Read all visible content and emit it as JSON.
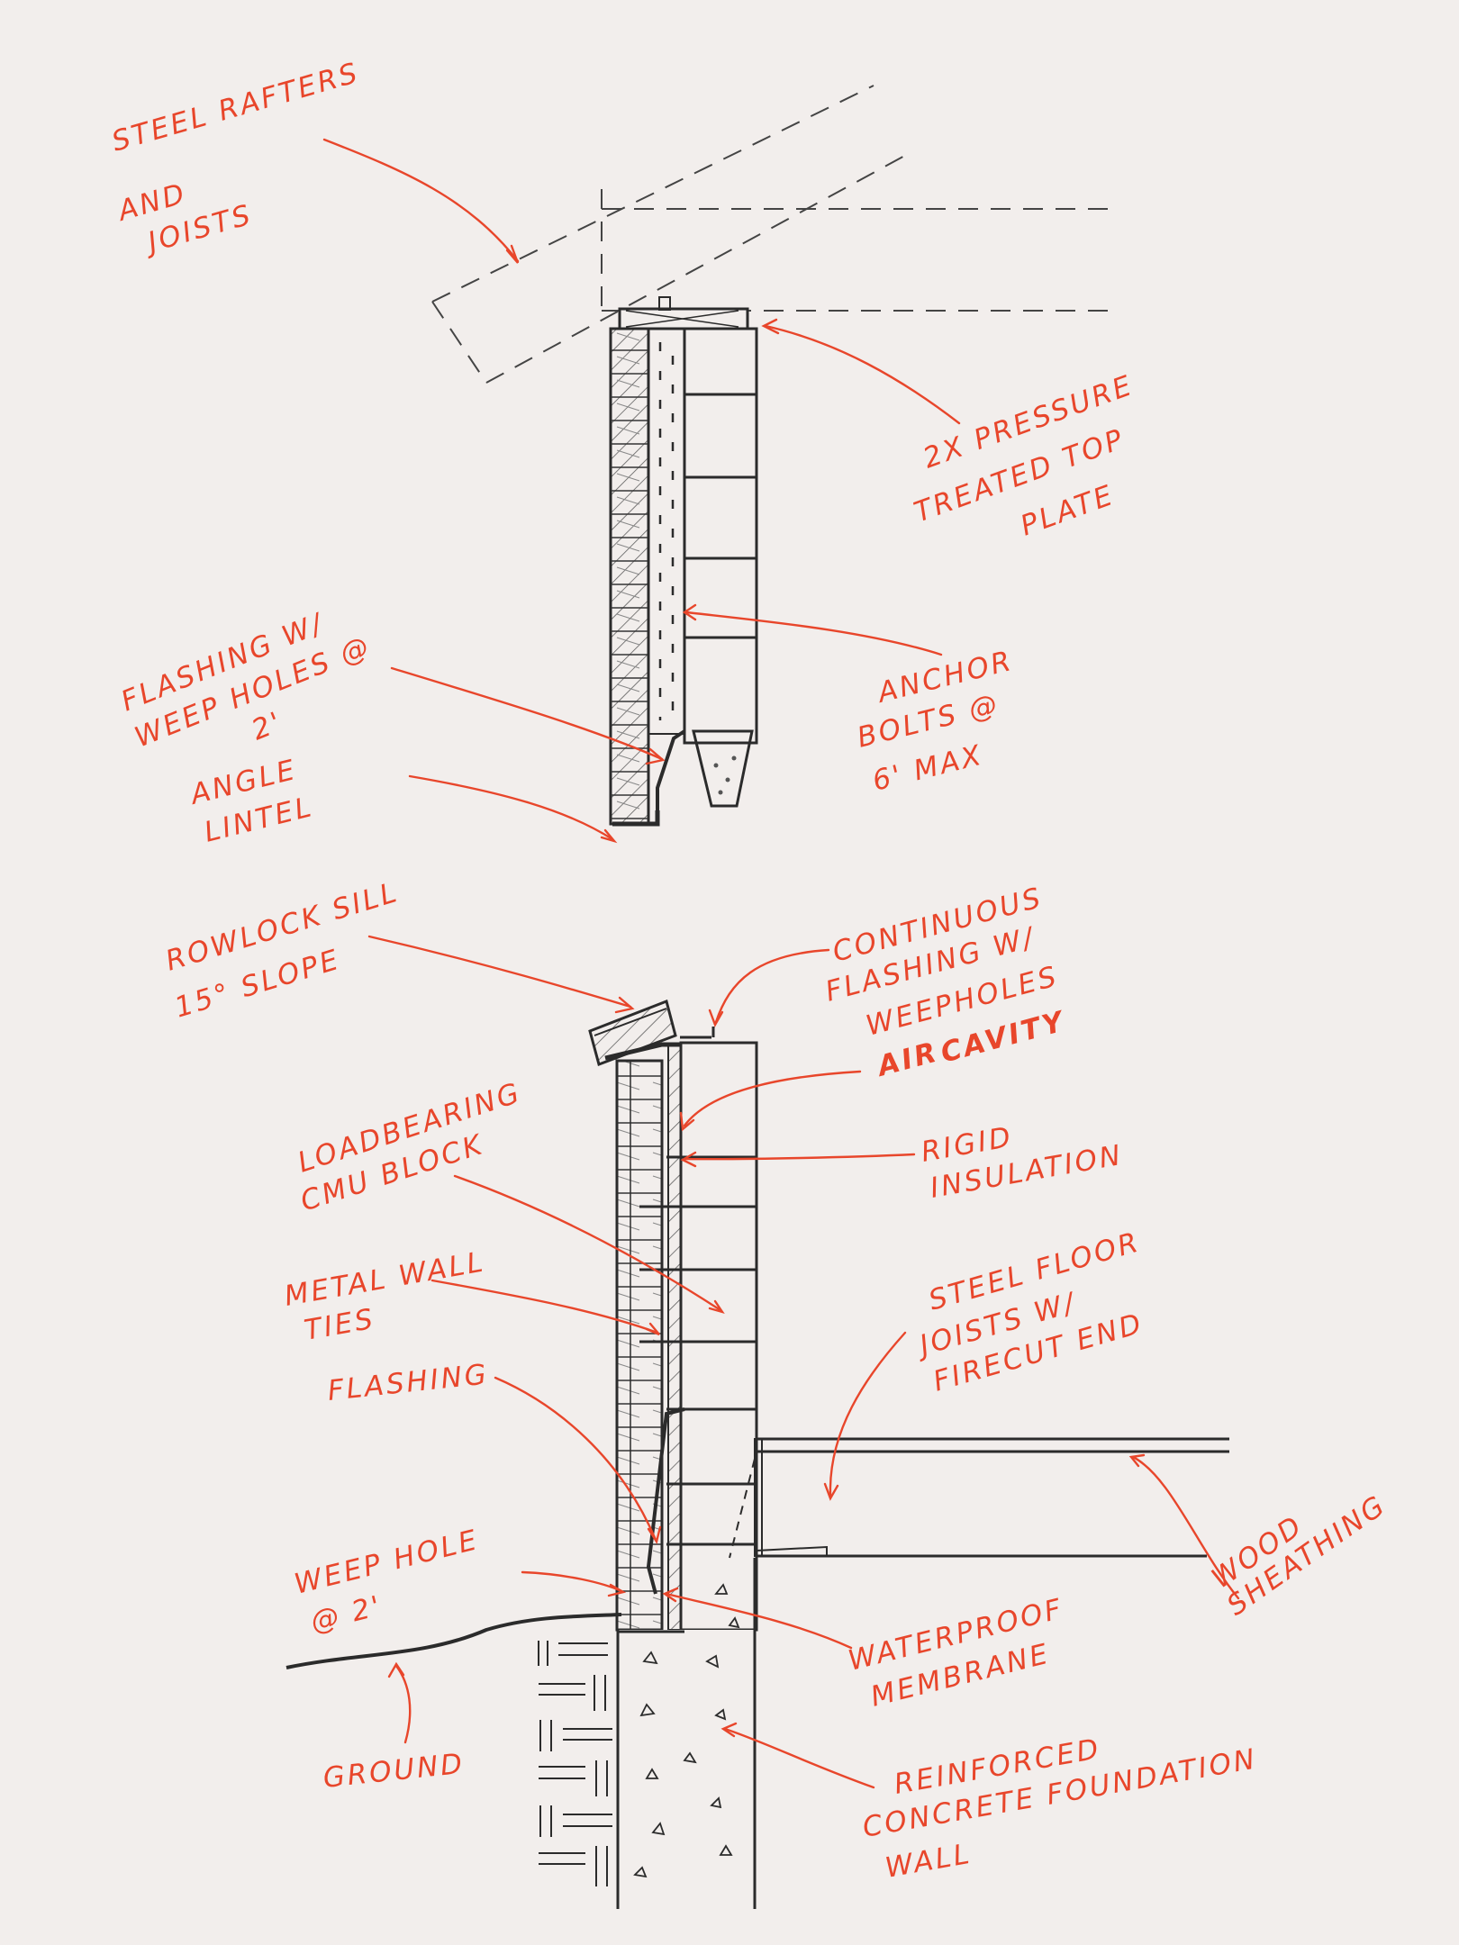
{
  "colors": {
    "background": "#f2eeec",
    "ink": "#2b2b2b",
    "annotation": "#e8462b"
  },
  "labels": {
    "steel_rafters": [
      "STEEL RAFTERS",
      "AND",
      "JOISTS"
    ],
    "top_plate": [
      "2X PRESSURE",
      "TREATED TOP",
      "PLATE"
    ],
    "flashing_weep": [
      "FLASHING W/",
      "WEEP HOLES @",
      "2'"
    ],
    "anchor_bolts": [
      "ANCHOR",
      "BOLTS @",
      "6' MAX"
    ],
    "angle_lintel": [
      "ANGLE",
      "LINTEL"
    ],
    "rowlock_sill": [
      "ROWLOCK SILL",
      "15° SLOPE"
    ],
    "continuous_flashing": [
      "CONTINUOUS",
      "FLASHING W/",
      "WEEPHOLES"
    ],
    "air_cavity": [
      "AIR",
      "CAVITY"
    ],
    "rigid_insulation": [
      "RIGID",
      "INSULATION"
    ],
    "loadbearing_cmu": [
      "LOADBEARING",
      "CMU BLOCK"
    ],
    "metal_wall_ties": [
      "METAL WALL",
      "TIES"
    ],
    "steel_floor_joists": [
      "STEEL FLOOR",
      "JOISTS W/",
      "FIRECUT END"
    ],
    "flashing": [
      "FLASHING"
    ],
    "weep_hole": [
      "WEEP HOLE",
      "@ 2'"
    ],
    "wood_sheathing": [
      "WOOD",
      "SHEATHING"
    ],
    "waterproof_membrane": [
      "WATERPROOF",
      "MEMBRANE"
    ],
    "ground": [
      "GROUND"
    ],
    "reinforced_foundation": [
      "REINFORCED",
      "CONCRETE FOUNDATION",
      "WALL"
    ]
  }
}
